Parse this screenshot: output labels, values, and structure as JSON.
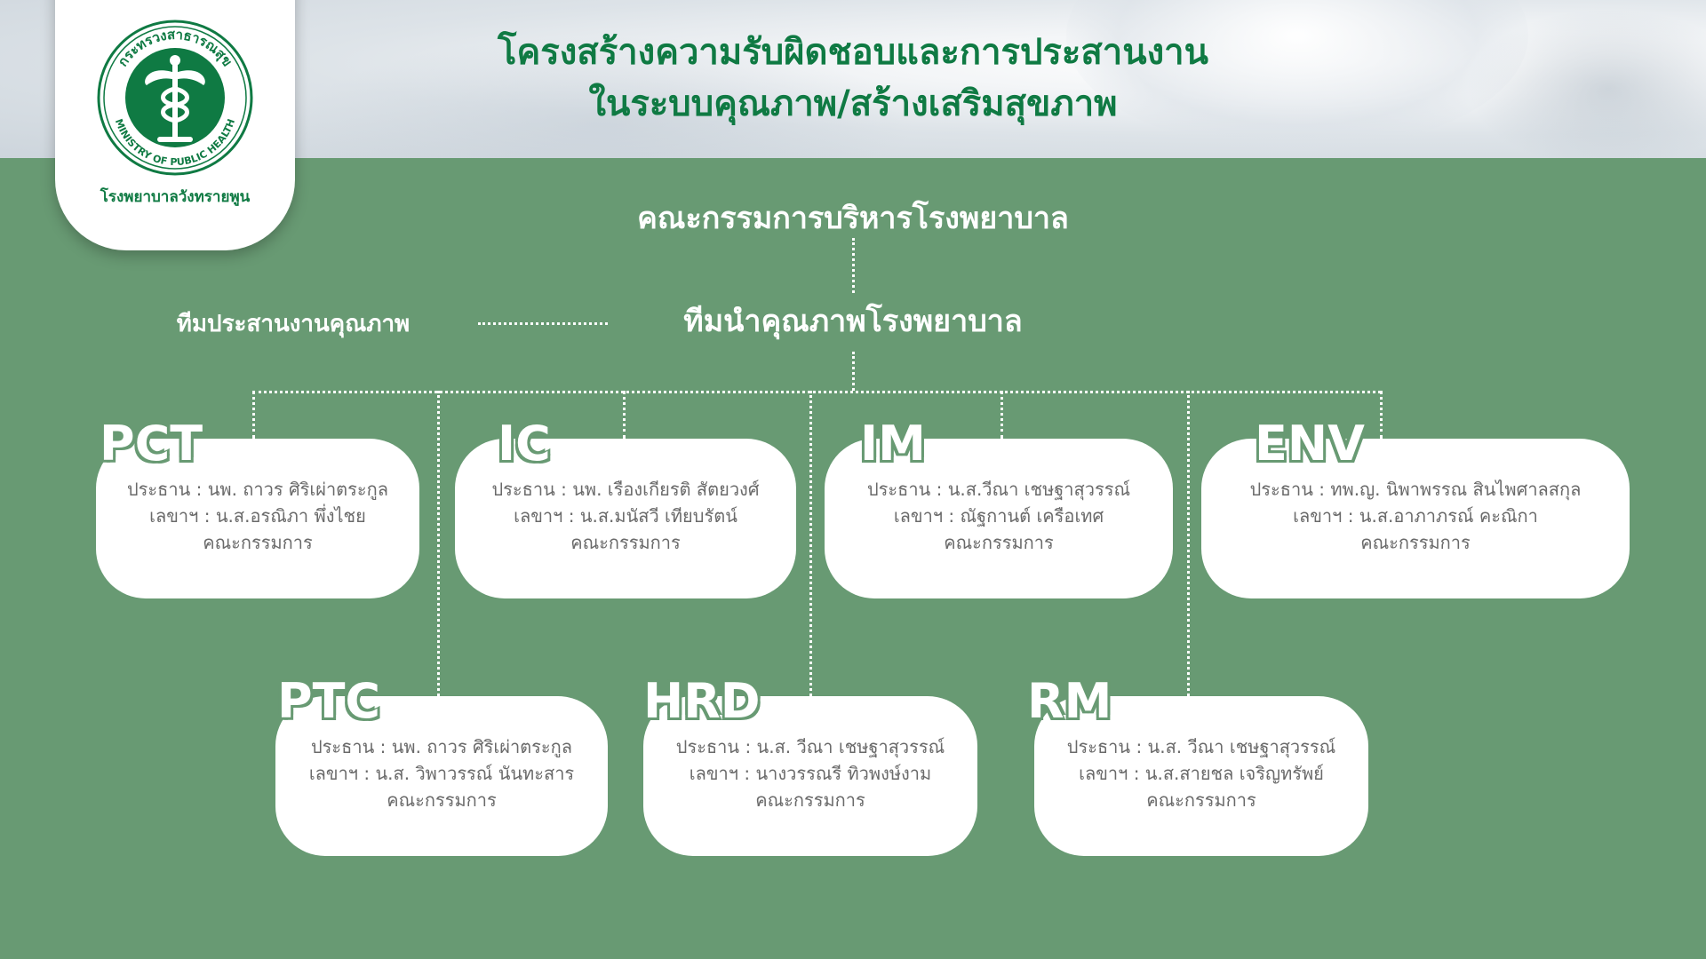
{
  "title": {
    "line1": "โครงสร้างความรับผิดชอบและการประสานงาน",
    "line2": "ในระบบคุณภาพ/สร้างเสริมสุขภาพ"
  },
  "logo": {
    "ring_text_top": "กระทรวงสาธารณสุข",
    "ring_text_bottom": "MINISTRY OF PUBLIC HEALTH",
    "caption": "โรงพยาบาลวังทรายพูน",
    "icon": "caduceus-seal-icon",
    "color": "#0f7a43"
  },
  "board": {
    "title": "คณะกรรมการบริหารโรงพยาบาล"
  },
  "lead_team": {
    "title": "ทีมนำคุณภาพโรงพยาบาล"
  },
  "coordination_team": {
    "title": "ทีมประสานงานคุณภาพ"
  },
  "committees": [
    {
      "code": "PCT",
      "chair": "ประธาน : นพ. ถาวร ศิริเผ่าตระกูล",
      "secretary": "เลขาฯ :  น.ส.อรณิภา พึ่งไชย",
      "members": "คณะกรรมการ"
    },
    {
      "code": "IC",
      "chair": "ประธาน : นพ. เรืองเกียรติ สัตยวงศ์",
      "secretary": "เลขาฯ :  น.ส.มนัสวี  เทียบรัตน์",
      "members": "คณะกรรมการ"
    },
    {
      "code": "IM",
      "chair": "ประธาน : น.ส.วีณา เชษฐาสุวรรณ์",
      "secretary": "เลขาฯ :  ณัฐกานต์ เครือเทศ",
      "members": "คณะกรรมการ"
    },
    {
      "code": "ENV",
      "chair": "ประธาน : ทพ.ญ. นิพาพรรณ สินไพศาลสกุล",
      "secretary": "เลขาฯ :  น.ส.อาภาภรณ์  คะณิกา",
      "members": "คณะกรรมการ"
    },
    {
      "code": "PTC",
      "chair": "ประธาน : นพ. ถาวร ศิริเผ่าตระกูล",
      "secretary": "เลขาฯ :  น.ส. วิพาวรรณ์ นันทะสาร",
      "members": "คณะกรรมการ"
    },
    {
      "code": "HRD",
      "chair": "ประธาน : น.ส. วีณา เชษฐาสุวรรณ์",
      "secretary": "เลขาฯ :  นางวรรณรี ทิวพงษ์งาม",
      "members": "คณะกรรมการ"
    },
    {
      "code": "RM",
      "chair": "ประธาน : น.ส. วีณา เชษฐาสุวรรณ์",
      "secretary": "เลขาฯ :  น.ส.สายชล เจริญทรัพย์",
      "members": "คณะกรรมการ"
    }
  ],
  "colors": {
    "background": "#689a73",
    "title": "#0f7a43",
    "card": "#ffffff",
    "card_text": "#6a6a6a"
  }
}
